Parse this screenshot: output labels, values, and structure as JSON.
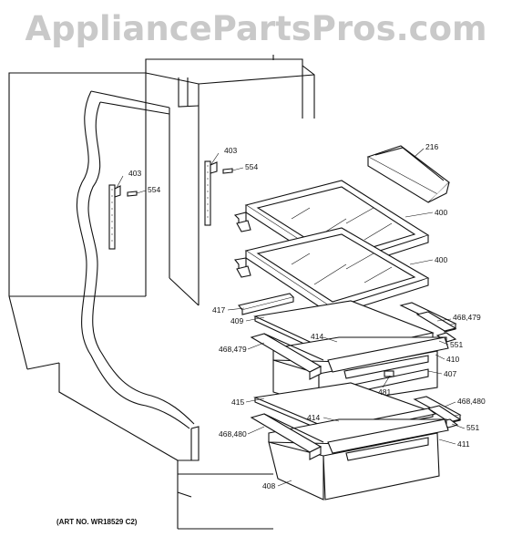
{
  "watermark": "AppliancePartsPros.com",
  "art_number": "(ART NO. WR18529 C2)",
  "callouts": {
    "c403a": "403",
    "c554a": "554",
    "c403b": "403",
    "c554b": "554",
    "c216": "216",
    "c400a": "400",
    "c400b": "400",
    "c417": "417",
    "c409": "409",
    "c468_479a": "468,479",
    "c414a": "414",
    "c551a": "551",
    "c468_479b": "468,479",
    "c410": "410",
    "c407": "407",
    "c481": "481",
    "c415": "415",
    "c468_480a": "468,480",
    "c414b": "414",
    "c551b": "551",
    "c468_480b": "468,480",
    "c411": "411",
    "c408": "408"
  }
}
